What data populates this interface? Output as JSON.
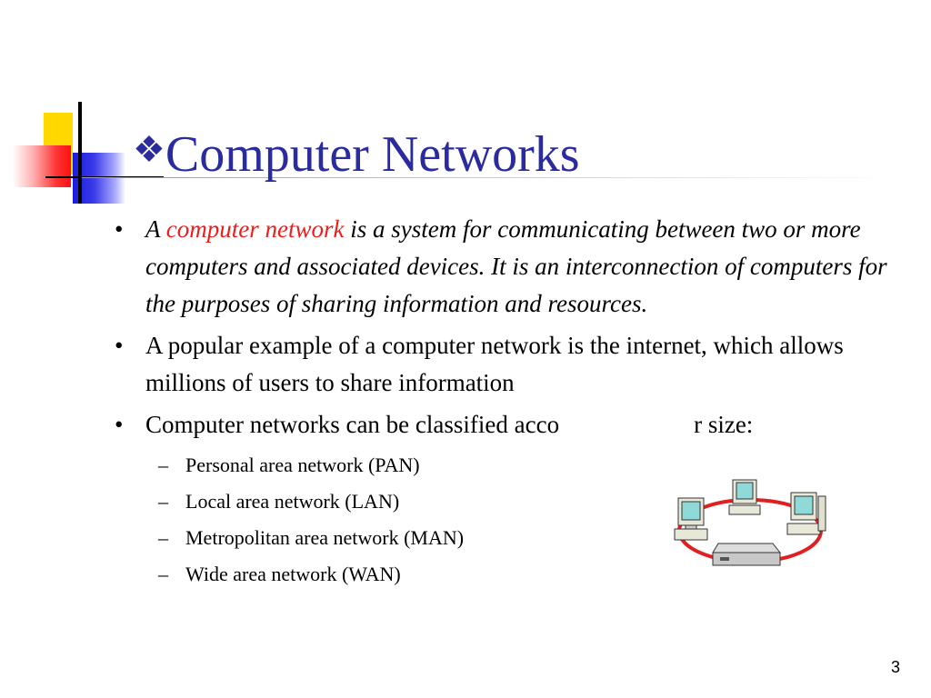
{
  "slide": {
    "title_bullet": "❖",
    "title": "Computer Networks",
    "bullets": [
      {
        "marker": "•",
        "lead": "A",
        "highlight": "computer network",
        "rest": "is a system for communicating between two or more computers and associated devices. It is an interconnection of computers for the purposes of sharing information and resources."
      },
      {
        "marker": "•",
        "text": "A popular example of a computer network is the internet, which allows millions of users to share information"
      },
      {
        "marker": "•",
        "text_part1": "Computer networks can be classified acco",
        "text_part2": "r size:"
      }
    ],
    "sub_marker": "–",
    "subitems": [
      "Personal area network (PAN)",
      "Local area network (LAN)",
      "Metropolitan area network (MAN)",
      "Wide area network (WAN)"
    ],
    "illustration_icon": "network-ring-illustration-icon",
    "page_number": "3"
  },
  "colors": {
    "title": "#2b2ba0",
    "highlight": "#ee1c1c",
    "deco_yellow": "#ffd800",
    "deco_red": "#ff1010",
    "deco_blue": "#1c1ce0",
    "ring": "#e02020"
  }
}
